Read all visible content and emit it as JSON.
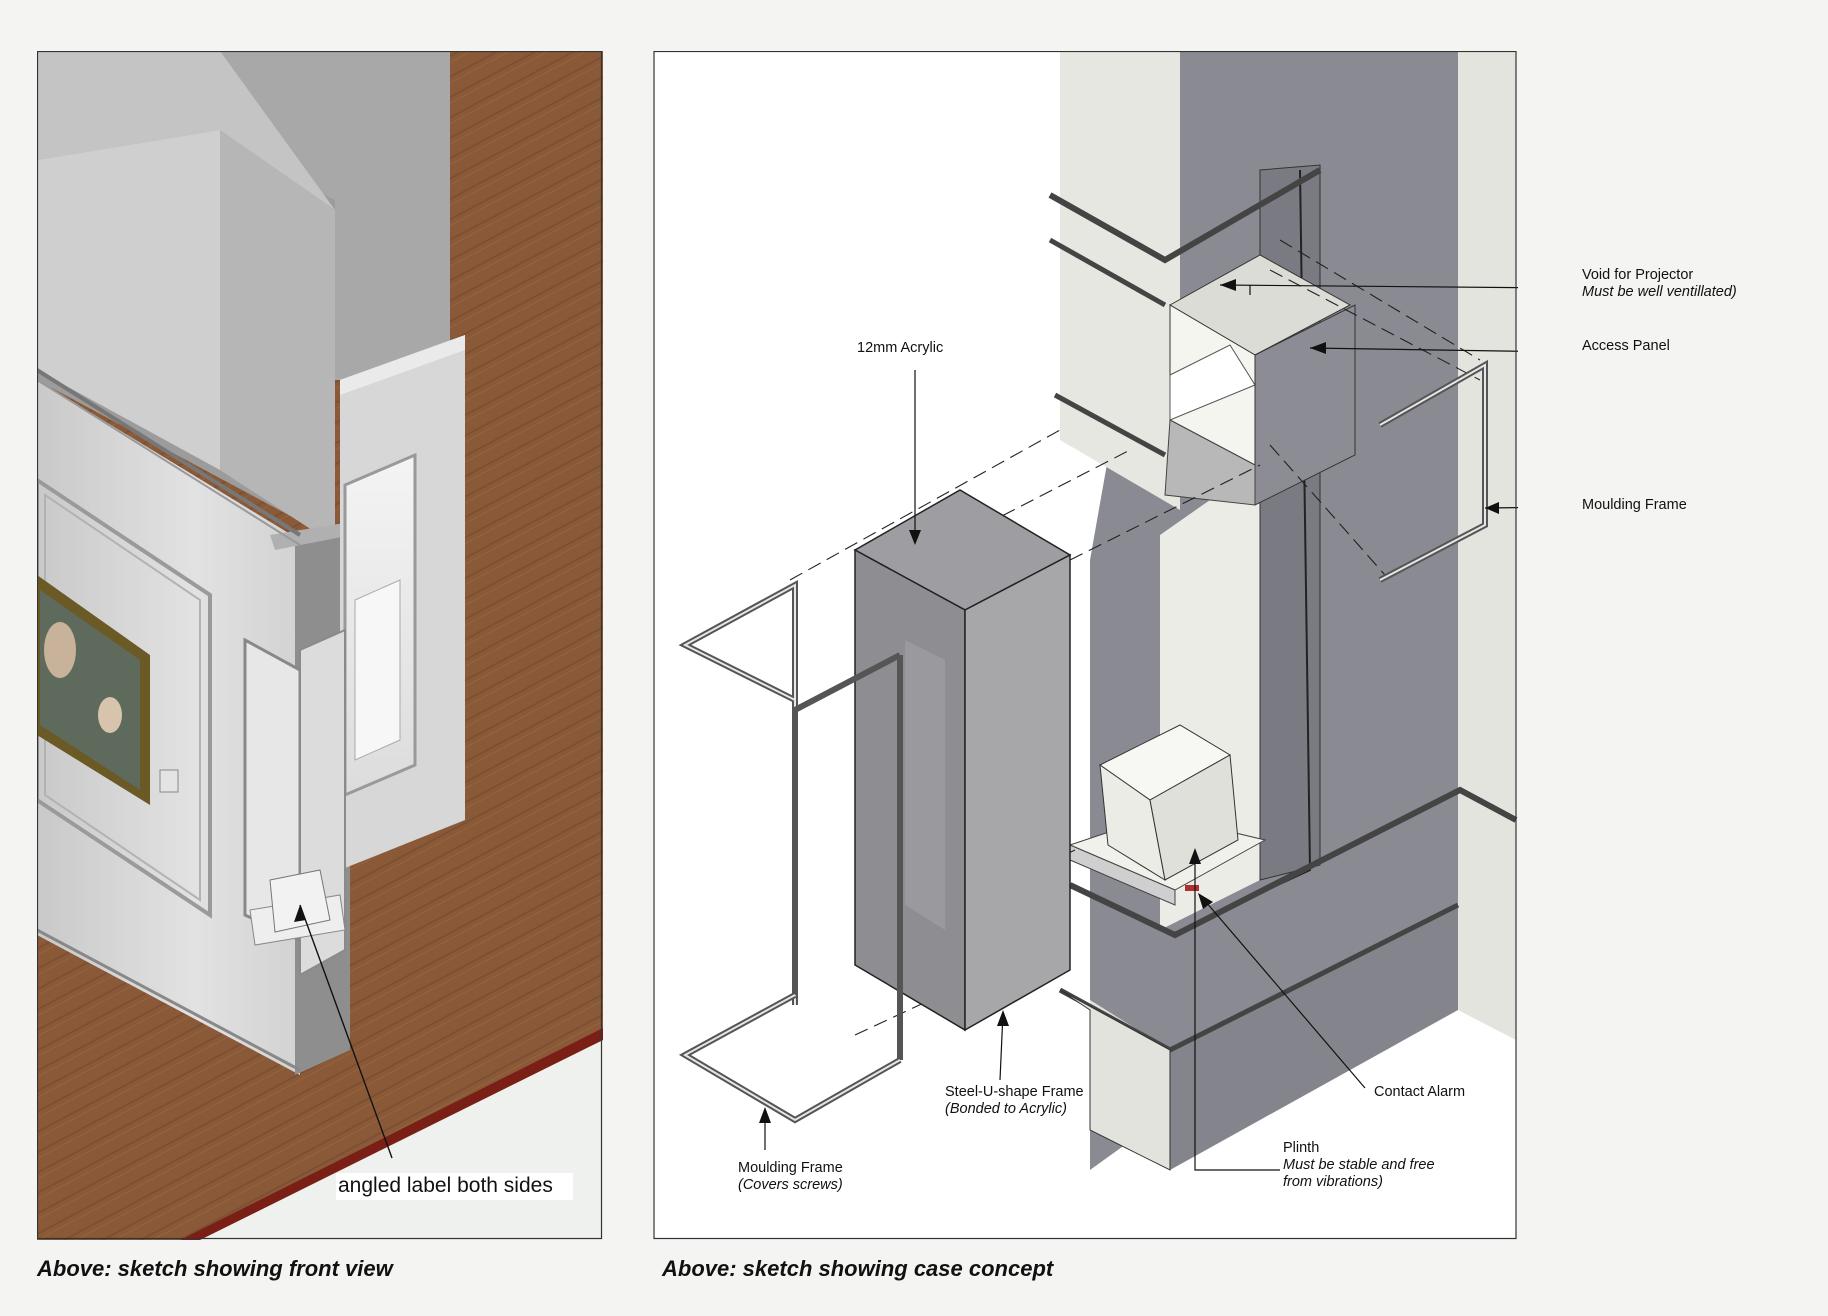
{
  "left_panel": {
    "callout": "angled label both sides",
    "caption": "Above: sketch showing front view"
  },
  "right_panel": {
    "caption": "Above: sketch showing case concept",
    "labels": {
      "void_title": "Void for Projector",
      "void_note": "Must be well ventillated)",
      "access_panel": "Access Panel",
      "moulding_frame_right": "Moulding Frame",
      "acrylic": "12mm Acrylic",
      "steel_frame_title": "Steel-U-shape Frame",
      "steel_frame_note": "(Bonded to Acrylic)",
      "contact_alarm": "Contact Alarm",
      "moulding_frame_bottom_title": "Moulding Frame",
      "moulding_frame_bottom_note": "(Covers screws)",
      "plinth_title": "Plinth",
      "plinth_note_1": "Must be stable and free",
      "plinth_note_2": "from vibrations)"
    }
  }
}
